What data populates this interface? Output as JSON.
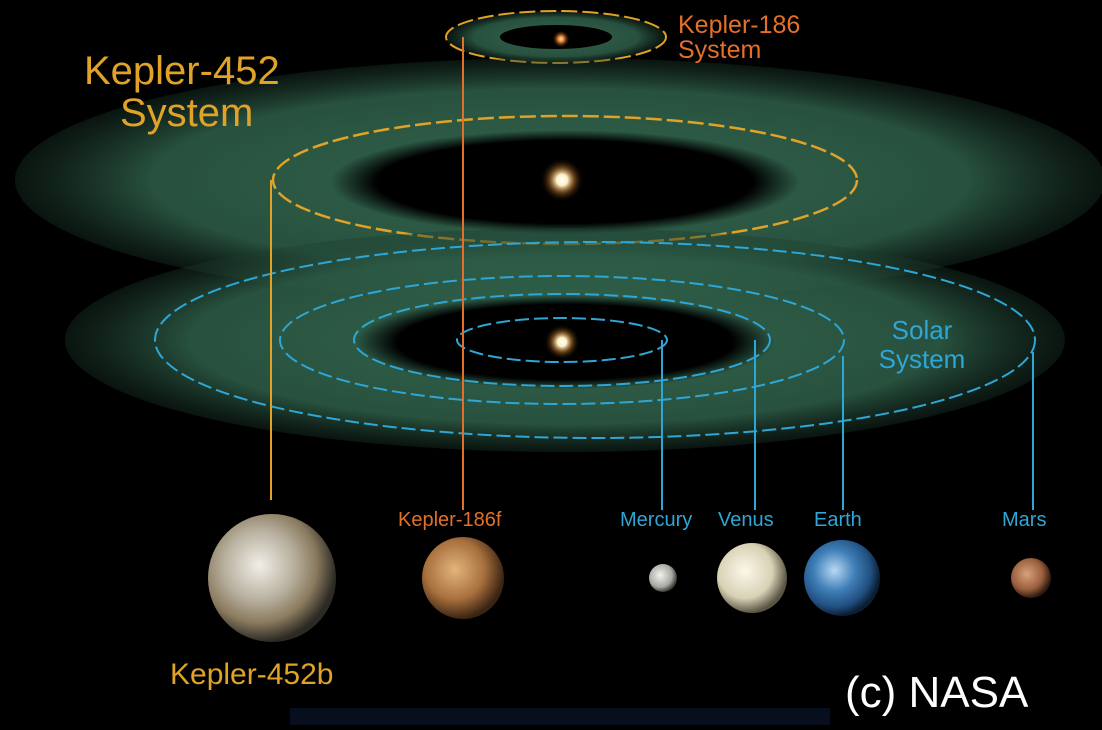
{
  "systems": {
    "kepler452": {
      "title_line1": "Kepler-452",
      "title_line2": "System"
    },
    "kepler186": {
      "title_line1": "Kepler-186",
      "title_line2": "System"
    },
    "solar": {
      "title_line1": "Solar",
      "title_line2": "System"
    }
  },
  "planets": {
    "kepler452b": "Kepler-452b",
    "kepler186f": "Kepler-186f",
    "mercury": "Mercury",
    "venus": "Venus",
    "earth": "Earth",
    "mars": "Mars"
  },
  "credit": "(c) NASA",
  "colors": {
    "background": "#000000",
    "habitable_zone": "#2f5e49",
    "kepler452_orbit": "#e0a227",
    "kepler186_orbit": "#e2702a",
    "solar_orbit": "#2ea6d6",
    "star": "#fff6d8"
  }
}
